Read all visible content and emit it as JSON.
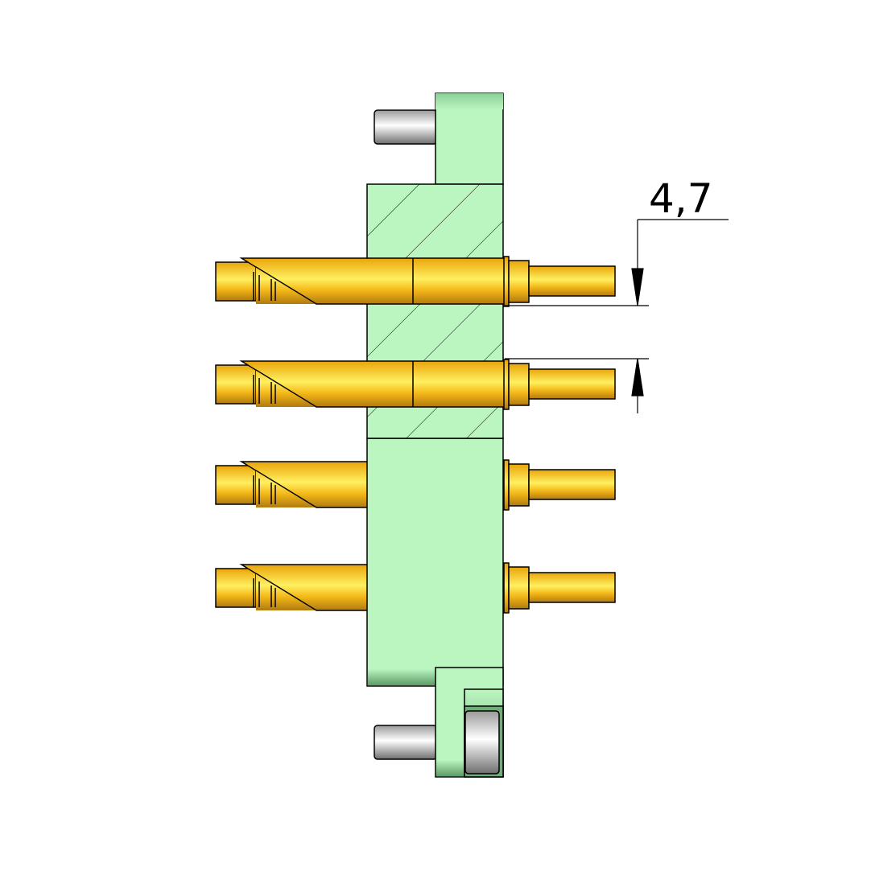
{
  "drawing": {
    "dimension_label": "4,7",
    "colors": {
      "body": "#bbf5c0",
      "pin_gold": "#ffc020",
      "guide_pin_gray": "#cccccc",
      "outline": "#000000"
    },
    "contact_pin_count": 4,
    "guide_pin_count": 2
  }
}
